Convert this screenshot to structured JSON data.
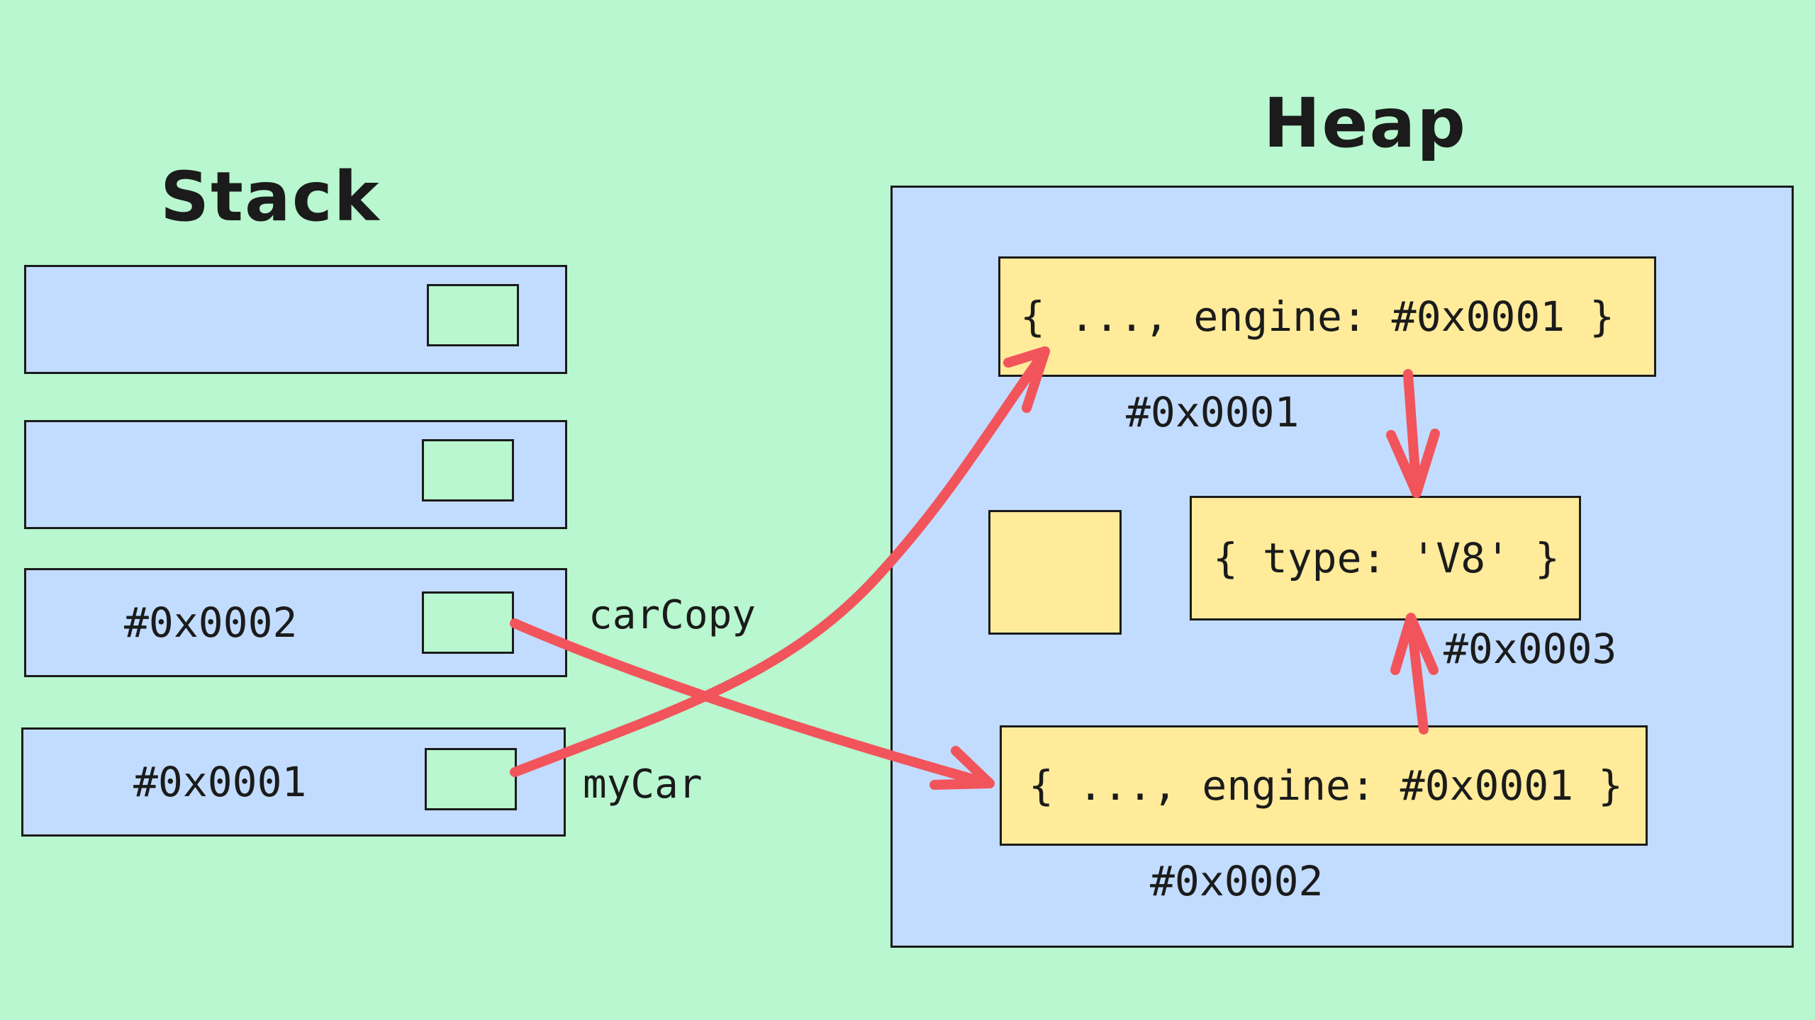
{
  "stack": {
    "title": "Stack",
    "slots": [
      {
        "value": "",
        "label": ""
      },
      {
        "value": "",
        "label": ""
      },
      {
        "value": "#0x0002",
        "label": "carCopy"
      },
      {
        "value": "#0x0001",
        "label": "myCar"
      }
    ]
  },
  "heap": {
    "title": "Heap",
    "objects": [
      {
        "content": "{ ..., engine: #0x0001 }",
        "address": "#0x0001"
      },
      {
        "content": "{ type: 'V8' }",
        "address": "#0x0003"
      },
      {
        "content": "{ ..., engine: #0x0001 }",
        "address": "#0x0002"
      },
      {
        "content": "",
        "address": ""
      }
    ]
  },
  "colors": {
    "background": "#b8f7cf",
    "stack_slot": "#c2dcff",
    "heap_area": "#c2dcff",
    "heap_object": "#ffeb9a",
    "arrow": "#f2545b"
  }
}
